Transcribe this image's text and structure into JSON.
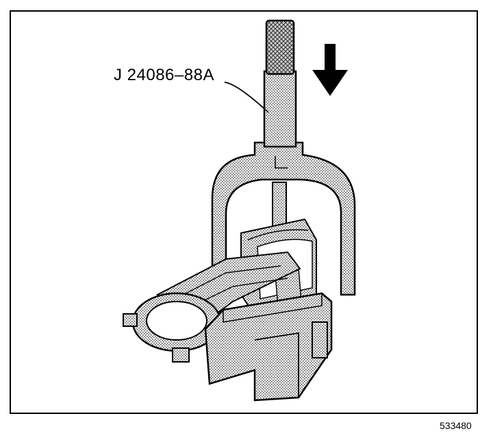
{
  "diagram": {
    "callout_label": "J 24086–88A",
    "figure_number": "533480",
    "arrow_direction": "down",
    "colors": {
      "line": "#000000",
      "stipple": "#9a9a9a",
      "background": "#ffffff"
    }
  }
}
